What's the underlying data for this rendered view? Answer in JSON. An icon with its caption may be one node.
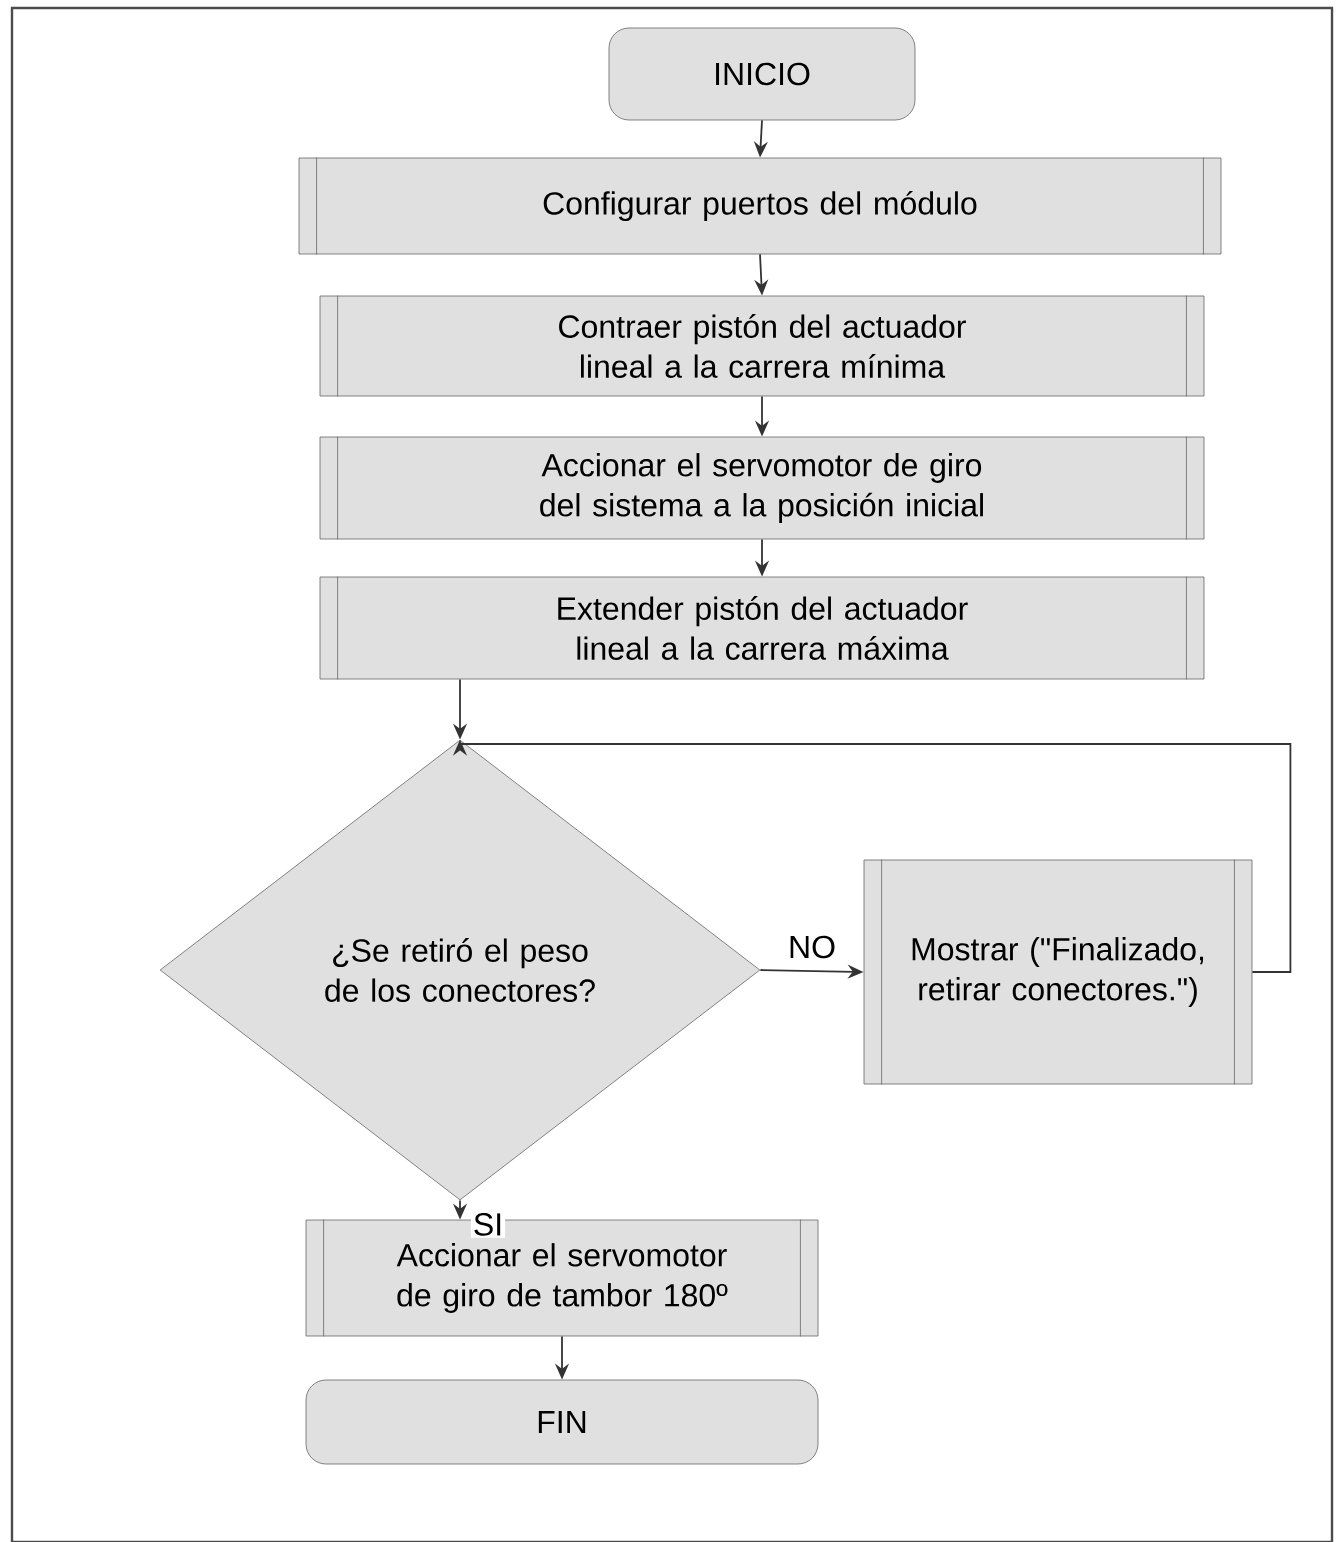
{
  "diagram": {
    "nodes": [
      {
        "text": [
          "INICIO"
        ]
      },
      {
        "text": [
          "Configurar puertos del módulo"
        ]
      },
      {
        "text": [
          "Contraer pistón del actuador lineal a la carrera mínima"
        ]
      },
      {
        "text": [
          "Accionar el servomotor de giro del sistema a la posición inicial"
        ]
      },
      {
        "text": [
          "Extender pistón del actuador lineal a la carrera máxima"
        ]
      },
      {
        "text": [
          "¿Se retiró el peso de los conectores?"
        ]
      },
      {
        "text": [
          "Mostrar (\"Finalizado, retirar conectores.\")"
        ]
      },
      {
        "text": [
          "Accionar el servomotor de giro de tambor 180º"
        ]
      },
      {
        "text": [
          "FIN"
        ]
      }
    ],
    "edges": [
      {
        "from": 0,
        "to": 1,
        "arrow": "to"
      },
      {
        "from": 1,
        "to": 2,
        "arrow": "to"
      },
      {
        "from": 2,
        "to": 3,
        "arrow": "to"
      },
      {
        "from": 3,
        "to": 4,
        "arrow": "to"
      },
      {
        "from": 4,
        "to": 5,
        "arrow": "to"
      },
      {
        "from": 5,
        "to": 6,
        "arrow": "to",
        "label": "NO"
      },
      {
        "from": 6,
        "to": 5,
        "arrow": "to"
      },
      {
        "from": 5,
        "to": 7,
        "arrow": "to",
        "label": "SI"
      },
      {
        "from": 7,
        "to": 8,
        "arrow": "to"
      }
    ]
  }
}
